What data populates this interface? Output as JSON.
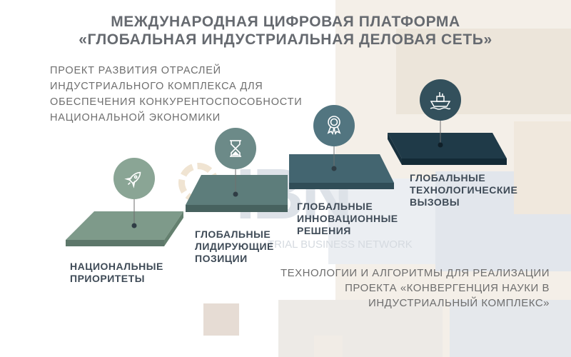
{
  "title": "МЕЖДУНАРОДНАЯ ЦИФРОВАЯ ПЛАТФОРМА\n«ГЛОБАЛЬНАЯ ИНДУСТРИАЛЬНАЯ ДЕЛОВАЯ СЕТЬ»",
  "subtitle": "ПРОЕКТ РАЗВИТИЯ ОТРАСЛЕЙ\nИНДУСТРИАЛЬНОГО КОМПЛЕКСА ДЛЯ\nОБЕСПЕЧЕНИЯ КОНКУРЕНТОСПОСОБНОСТИ\nНАЦИОНАЛЬНОЙ ЭКОНОМИКИ",
  "caption": "ТЕХНОЛОГИИ И АЛГОРИТМЫ ДЛЯ РЕАЛИЗАЦИИ\nПРОЕКТА «КОНВЕРГЕНЦИЯ НАУКИ В\nИНДУСТРИАЛЬНЫЙ КОМПЛЕКС»",
  "watermark": {
    "logo_text": "IBN",
    "tagline": "TRIAL BUSINESS NETWORK"
  },
  "steps": [
    {
      "label": "НАЦИОНАЛЬНЫЕ\nПРИОРИТЕТЫ",
      "icon": "rocket-icon",
      "color": "#7e9a8a"
    },
    {
      "label": "ГЛОБАЛЬНЫЕ\nЛИДИРУЮЩИЕ\nПОЗИЦИИ",
      "icon": "hourglass-icon",
      "color": "#5d7d7b"
    },
    {
      "label": "ГЛОБАЛЬНЫЕ\nИННОВАЦИОННЫЕ\nРЕШЕНИЯ",
      "icon": "award-ribbon-icon",
      "color": "#436570"
    },
    {
      "label": "ГЛОБАЛЬНЫЕ\nТЕХНОЛОГИЧЕСКИЕ\nВЫЗОВЫ",
      "icon": "ship-icon",
      "color": "#1f3a48"
    }
  ]
}
